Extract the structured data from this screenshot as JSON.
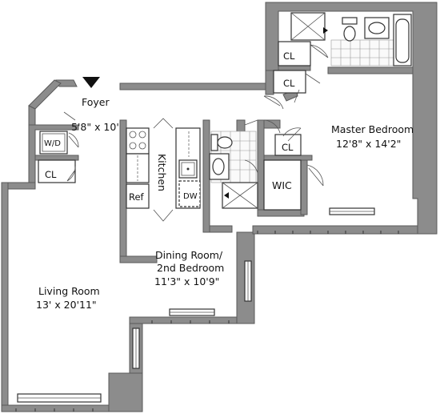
{
  "plan": {
    "rooms": [
      {
        "name": "Foyer",
        "dims": "5'8\" x 10'"
      },
      {
        "name": "Master Bedroom",
        "dims": "12'8\" x 14'2\""
      },
      {
        "name": "Dining Room/",
        "name2": "2nd Bedroom",
        "dims": "11'3\" x 10'9\""
      },
      {
        "name": "Living Room",
        "dims": "13' x 20'11\""
      }
    ],
    "labels": {
      "kitchen": "Kitchen",
      "closet": "CL",
      "washer_dryer": "W/D",
      "refrigerator": "Ref",
      "dishwasher": "DW",
      "walk_in_closet": "WIC"
    }
  }
}
